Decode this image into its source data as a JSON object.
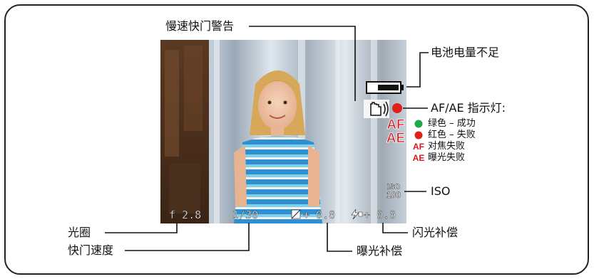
{
  "labels": {
    "slow_shutter_warning": "慢速快门警告",
    "low_battery": "电池电量不足",
    "af_ae_indicator": "AF/AE 指示灯:",
    "green_success": "绿色 – 成功",
    "red_fail": "红色 – 失败",
    "focus_fail": "对焦失败",
    "exposure_fail": "曝光失败",
    "iso": "ISO",
    "aperture": "光圈",
    "shutter_speed": "快门速度",
    "exposure_comp": "曝光补偿",
    "flash_comp": "闪光补偿"
  },
  "overlay": {
    "aperture_value": "f 2.8",
    "shutter_value": "1/30",
    "exposure_value": "+ 0.0",
    "flash_value": "+ 0.0",
    "af_badge": "AF",
    "ae_badge": "AE",
    "iso_top": "ISO",
    "iso_bottom": "100"
  },
  "colors": {
    "indicator_red": "#e0201b",
    "indicator_green": "#1fa84a",
    "badge_red": "#d8171c"
  }
}
